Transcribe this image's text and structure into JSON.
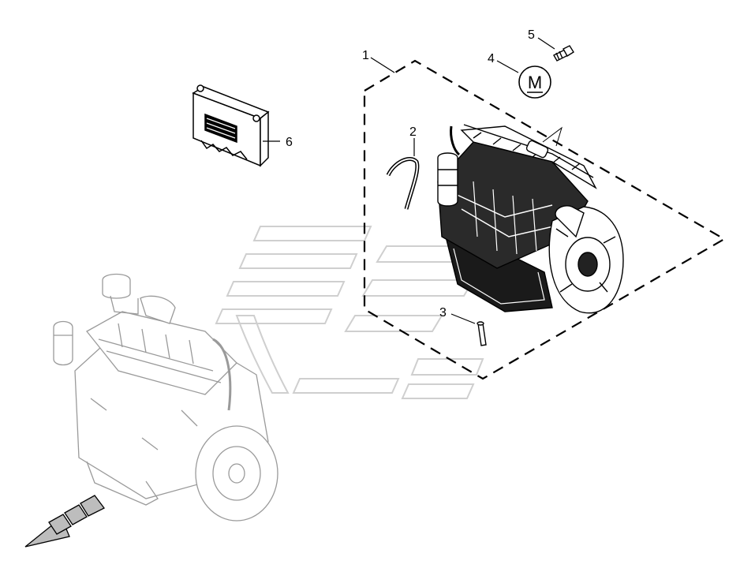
{
  "callouts": {
    "c1": "1",
    "c2": "2",
    "c3": "3",
    "c4": "4",
    "c5": "5",
    "c6": "6"
  },
  "symbol_letter": "M",
  "colors": {
    "line": "#000000",
    "faint": "#9a9a9a",
    "watermark": "#cfcfcf",
    "background": "#ffffff"
  },
  "icons": {
    "arrow": "front-direction-arrow-icon",
    "watermark": "brand-watermark-logo"
  }
}
